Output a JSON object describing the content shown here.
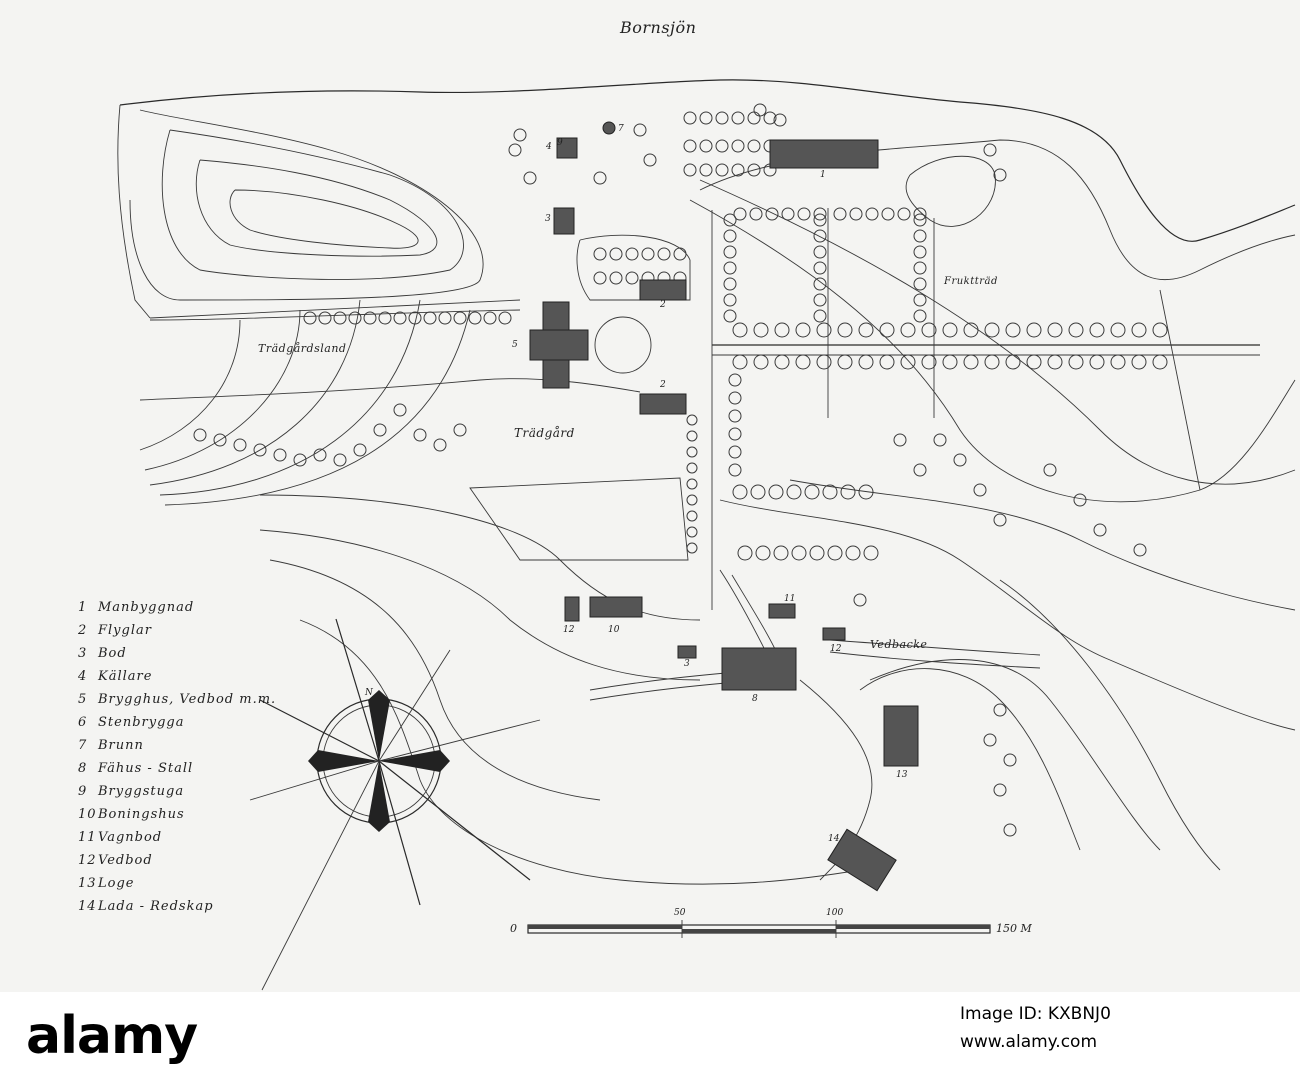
{
  "map": {
    "title": "Bornsjön",
    "area_labels": {
      "tradgardsland": "Trädgårdsland",
      "tradgard": "Trädgård",
      "fruktrad": "Fruktträd",
      "vedbacke": "Vedbacke"
    },
    "building_numbers": [
      "1",
      "2",
      "2",
      "3",
      "3",
      "4",
      "5",
      "7",
      "8",
      "9",
      "10",
      "11",
      "12",
      "12",
      "13",
      "14"
    ],
    "legend": [
      {
        "num": "1",
        "label": "Manbyggnad"
      },
      {
        "num": "2",
        "label": "Flyglar"
      },
      {
        "num": "3",
        "label": "Bod"
      },
      {
        "num": "4",
        "label": "Källare"
      },
      {
        "num": "5",
        "label": "Brygghus, Vedbod m.m."
      },
      {
        "num": "6",
        "label": "Stenbrygga"
      },
      {
        "num": "7",
        "label": "Brunn"
      },
      {
        "num": "8",
        "label": "Fähus - Stall"
      },
      {
        "num": "9",
        "label": "Bryggstuga"
      },
      {
        "num": "10",
        "label": "Boningshus"
      },
      {
        "num": "11",
        "label": "Vagnbod"
      },
      {
        "num": "12",
        "label": "Vedbod"
      },
      {
        "num": "13",
        "label": "Loge"
      },
      {
        "num": "14",
        "label": "Lada - Redskap"
      }
    ],
    "scale": {
      "start": "0",
      "mid1": "50",
      "mid2": "100",
      "end": "150 M"
    },
    "compass_label": "N"
  },
  "footer": {
    "brand": "alamy",
    "image_code": "Image ID: KXBNJ0",
    "site": "www.alamy.com"
  }
}
